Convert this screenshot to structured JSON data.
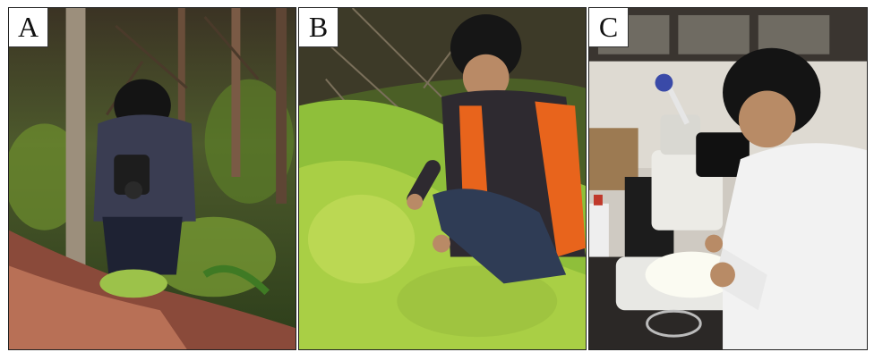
{
  "figure": {
    "panels": [
      {
        "label": "A"
      },
      {
        "label": "B"
      },
      {
        "label": "C"
      }
    ]
  },
  "colors": {
    "forest_dark": "#2d3a22",
    "moss_green": "#8fbf3a",
    "vest_orange": "#e8641c",
    "lab_white": "#f2f2f2",
    "bark_red": "#8a4a3a"
  }
}
